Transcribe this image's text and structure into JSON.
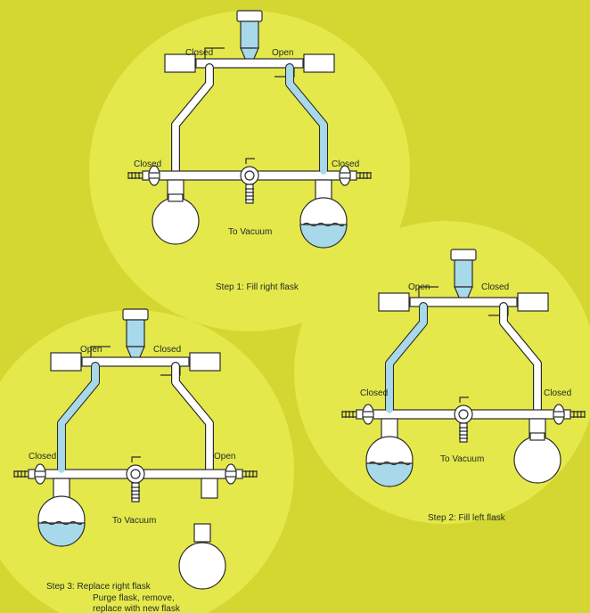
{
  "colors": {
    "background": "#d4d731",
    "circle": "#e4e84b",
    "liquid": "#a7d9ea",
    "outline": "#2b2b2b"
  },
  "steps": [
    {
      "caption": "Step 1: Fill right flask",
      "sub_caption": "",
      "valve_labels": {
        "top_left": "Closed",
        "top_right": "Open",
        "side_left": "Closed",
        "side_right": "Closed"
      },
      "vacuum_label": "To Vacuum",
      "filled": "right"
    },
    {
      "caption": "Step 2: Fill left flask",
      "sub_caption": "",
      "valve_labels": {
        "top_left": "Open",
        "top_right": "Closed",
        "side_left": "Closed",
        "side_right": "Closed"
      },
      "vacuum_label": "To Vacuum",
      "filled": "left"
    },
    {
      "caption": "Step 3: Replace right flask",
      "sub_caption": "Purge flask, remove, replace with new flask",
      "valve_labels": {
        "top_left": "Open",
        "top_right": "Closed",
        "side_left": "Closed",
        "side_right": "Open"
      },
      "vacuum_label": "To Vacuum",
      "filled": "left"
    }
  ]
}
